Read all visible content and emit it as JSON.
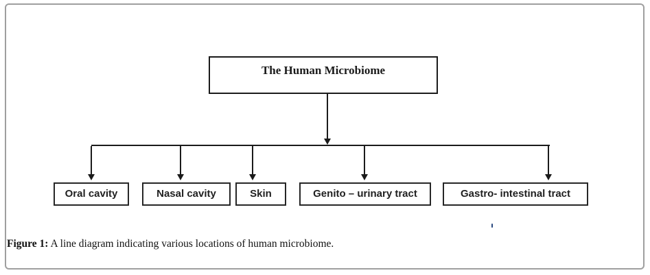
{
  "diagram": {
    "root": {
      "label": "The Human Microbiome"
    },
    "children": [
      {
        "label": "Oral cavity"
      },
      {
        "label": "Nasal cavity"
      },
      {
        "label": "Skin"
      },
      {
        "label": "Genito – urinary tract"
      },
      {
        "label": "Gastro- intestinal tract"
      }
    ]
  },
  "caption": {
    "prefix": "Figure 1:",
    "text": " A line diagram indicating various locations of human microbiome."
  },
  "colors": {
    "line": "#1a1a1a",
    "frame": "#9f9f9f",
    "background": "#ffffff",
    "text": "#1a1a1a",
    "mark": "#27477e"
  }
}
